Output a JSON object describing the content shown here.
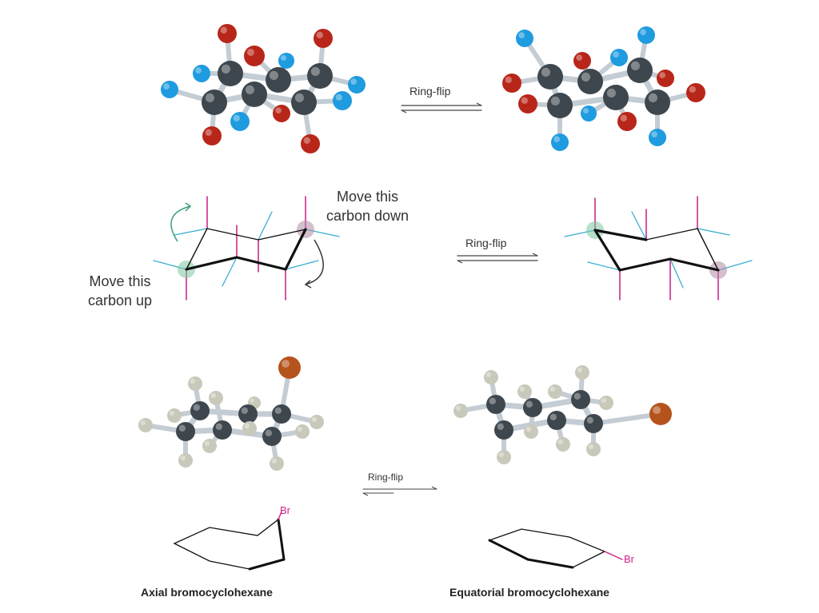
{
  "labels": {
    "ring_flip": "Ring-flip",
    "move_down": [
      "Move this",
      "carbon down"
    ],
    "move_up": [
      "Move this",
      "carbon up"
    ],
    "br": "Br",
    "axial_caption": "Axial bromocyclohexane",
    "equatorial_caption": "Equatorial bromocyclohexane"
  },
  "colors": {
    "carbon": "#3e474e",
    "axial_h": "#b8261a",
    "equatorial_h": "#1f9be0",
    "hydrogen": "#c9c9bb",
    "bromine": "#b5531d",
    "axial_line": "#cc2a8a",
    "equatorial_line": "#3aaed0"
  }
}
